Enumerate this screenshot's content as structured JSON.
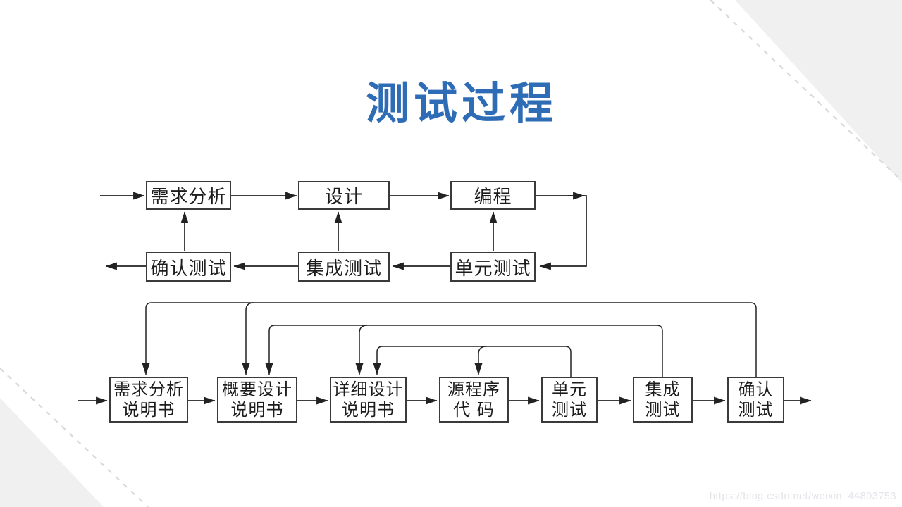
{
  "title": "测试过程",
  "watermark": "https://blog.csdn.net/weixin_44803753",
  "colors": {
    "title_blue": "#2e6db6",
    "diagram_line": "#222222",
    "corner_triangle": "#f0f0f1",
    "corner_dash": "#d9d9dd",
    "watermark_gray": "#e4e4ea"
  },
  "top_flow": {
    "boxes": [
      {
        "label": "需求分析"
      },
      {
        "label": "设计"
      },
      {
        "label": "编程"
      },
      {
        "label": "确认测试"
      },
      {
        "label": "集成测试"
      },
      {
        "label": "单元测试"
      }
    ]
  },
  "bottom_flow": {
    "boxes": [
      {
        "line1": "需求分析",
        "line2": "说明书"
      },
      {
        "line1": "概要设计",
        "line2": "说明书"
      },
      {
        "line1": "详细设计",
        "line2": "说明书"
      },
      {
        "line1": "源程序",
        "line2": "代 码"
      },
      {
        "line1": "单元",
        "line2": "测试"
      },
      {
        "line1": "集成",
        "line2": "测试"
      },
      {
        "line1": "确认",
        "line2": "测试"
      }
    ]
  }
}
